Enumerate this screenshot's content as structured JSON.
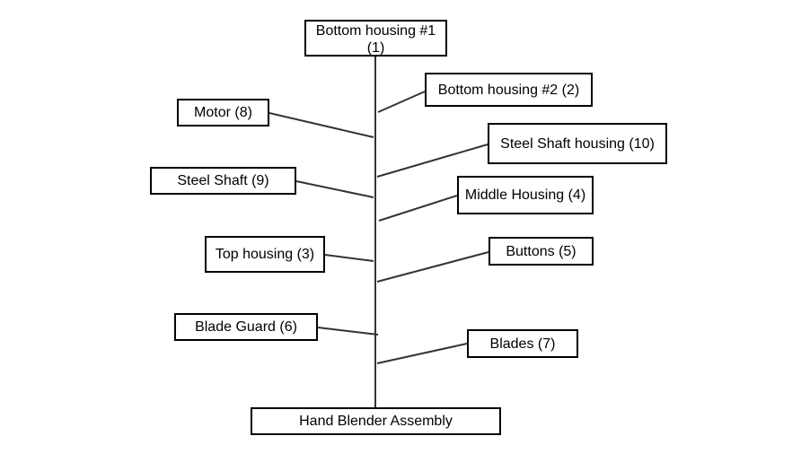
{
  "nodes": {
    "bottom_housing_1": "Bottom housing #1 (1)",
    "bottom_housing_2": "Bottom housing #2 (2)",
    "motor": "Motor (8)",
    "steel_shaft_housing": "Steel Shaft housing (10)",
    "steel_shaft": "Steel Shaft (9)",
    "middle_housing": "Middle Housing (4)",
    "top_housing": "Top housing (3)",
    "buttons": "Buttons (5)",
    "blade_guard": "Blade Guard (6)",
    "blades": "Blades (7)",
    "hand_blender_assembly": "Hand Blender Assembly"
  },
  "colors": {
    "line": "#333333",
    "border": "#000000",
    "background": "#ffffff"
  }
}
